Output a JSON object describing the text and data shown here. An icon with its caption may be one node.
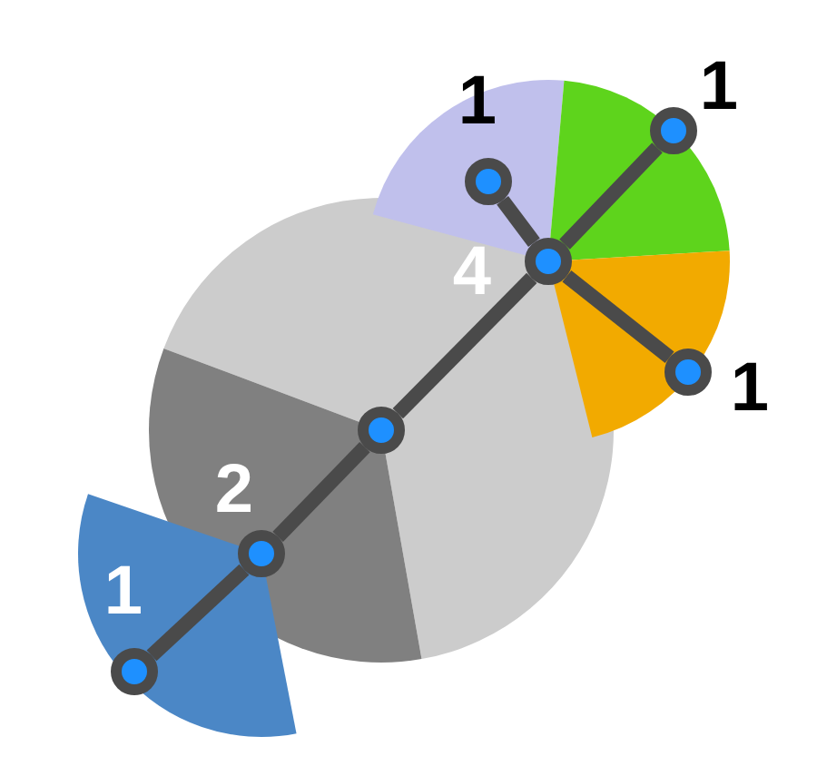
{
  "diagram": {
    "nodes": [
      {
        "text": [],
        "shape": "circle"
      },
      {
        "text": [],
        "shape": "circle",
        "beside": [
          "2"
        ]
      },
      {
        "text": [],
        "shape": "circle",
        "beside": [
          "1"
        ]
      },
      {
        "text": [],
        "shape": "circle",
        "beside": [
          "4"
        ]
      },
      {
        "text": [],
        "shape": "circle",
        "beside": [
          "1"
        ]
      },
      {
        "text": [],
        "shape": "circle",
        "beside": [
          "1"
        ]
      },
      {
        "text": [],
        "shape": "circle",
        "beside": [
          "1"
        ]
      }
    ],
    "edges": [
      {
        "from": 0,
        "to": 1,
        "arrow": "none"
      },
      {
        "from": 1,
        "to": 2,
        "arrow": "none"
      },
      {
        "from": 0,
        "to": 3,
        "arrow": "none"
      },
      {
        "from": 3,
        "to": 4,
        "arrow": "none"
      },
      {
        "from": 3,
        "to": 5,
        "arrow": "none"
      },
      {
        "from": 3,
        "to": 6,
        "arrow": "none"
      }
    ]
  }
}
